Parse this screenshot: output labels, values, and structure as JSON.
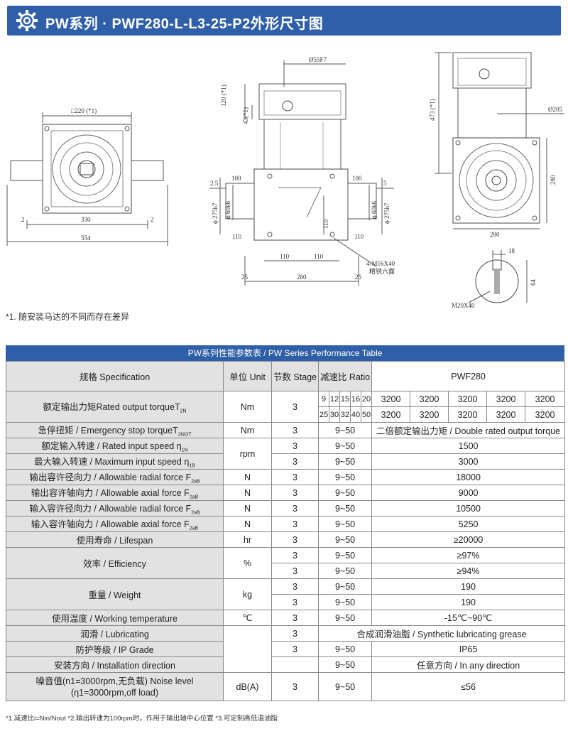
{
  "header": {
    "title": "PW系列 · PWF280-L-L3-25-P2外形尺寸图"
  },
  "drawings": {
    "left": {
      "width_label": "□220 (*1)",
      "inner_label": "330",
      "overall_label": "554",
      "edge_left": "2",
      "edge_right": "2"
    },
    "middle": {
      "bore_label": "Ø55F7",
      "height_label": "120 (*1)",
      "offset_label": "43(*1)",
      "shaft_label_left": "2.5",
      "shaft_len_left": "100",
      "shaft_len_right": "100",
      "shaft_edge_right": "5",
      "flange_dia_left": "ϕ 275h7",
      "flange_dia_right": "ϕ 275h7",
      "shaft_dia_left": "ϕ 60k6",
      "shaft_dia_right": "ϕ 60k6",
      "key_left": "110",
      "key_right": "110",
      "inner_v": "110",
      "inner_h_left": "110",
      "inner_h_right": "110",
      "body_width": "280",
      "edge_left": "25",
      "edge_right": "25",
      "hole_note_1": "4-M16X40",
      "hole_note_2": "精铣六面"
    },
    "right": {
      "height_label": "473 (*1)",
      "dia_label": "Ø205",
      "side_label": "280",
      "bottom_label": "280"
    },
    "detail": {
      "key_width": "18",
      "key_depth": "64",
      "thread": "M20X40"
    }
  },
  "note1": "*1. 随安装马达的不同而存在差异",
  "table": {
    "title": "PW系列性能参数表 / PW Series Performance Table",
    "headers": {
      "spec": "规格 Specification",
      "unit": "单位 Unit",
      "stage": "节数 Stage",
      "ratio": "减速比 Ratio",
      "model": "PWF280"
    },
    "rows": {
      "torque_label": "额定输出力矩Rated output torqueT",
      "torque_sub": "2N",
      "torque_unit": "Nm",
      "torque_stage": "3",
      "ratios_a": [
        "9",
        "12",
        "15",
        "16",
        "20"
      ],
      "ratios_b": [
        "25",
        "30",
        "32",
        "40",
        "50"
      ],
      "torque_vals_a": [
        "3200",
        "3200",
        "3200",
        "3200",
        "3200"
      ],
      "torque_vals_b": [
        "3200",
        "3200",
        "3200",
        "3200",
        "3200"
      ],
      "estop_label": "急停扭矩 / Emergency stop torqueT",
      "estop_sub": "2NOT",
      "estop_unit": "Nm",
      "estop_stage": "3",
      "estop_ratio": "9~50",
      "estop_val": "二倍额定输出力矩 / Double rated output torque",
      "rin_label": "额定输入转速 / Rated input speed",
      "rin_sym": "η",
      "rin_sub": "1N",
      "speed_unit": "rpm",
      "rin_stage": "3",
      "rin_ratio": "9~50",
      "rin_val": "1500",
      "min_label": "最大输入转速 / Maximum input speed",
      "min_sym": "η",
      "min_sub": "1B",
      "min_stage": "3",
      "min_ratio": "9~50",
      "min_val": "3000",
      "orf_label": "输出容许径向力 / Allowable radial force F",
      "orf_sub": "2aB",
      "orf_unit": "N",
      "orf_stage": "3",
      "orf_ratio": "9~50",
      "orf_val": "18000",
      "oaf_label": "输出容许轴向力 / Allowable axial force F",
      "oaf_sub": "2aB",
      "oaf_unit": "N",
      "oaf_stage": "3",
      "oaf_ratio": "9~50",
      "oaf_val": "9000",
      "irf_label": "输入容许径向力 / Allowable radial force F",
      "irf_sub": "2aB",
      "irf_unit": "N",
      "irf_stage": "3",
      "irf_ratio": "9~50",
      "irf_val": "10500",
      "iaf_label": "输入容许轴向力 / Allowable axial force F",
      "iaf_sub": "2aB",
      "iaf_unit": "N",
      "iaf_stage": "3",
      "iaf_ratio": "9~50",
      "iaf_val": "5250",
      "life_label": "使用寿命 / Lifespan",
      "life_unit": "hr",
      "life_stage": "3",
      "life_ratio": "9~50",
      "life_val": "≥20000",
      "eff_label": "效率 / Efficiency",
      "eff_unit": "%",
      "eff_stage_1": "3",
      "eff_ratio_1": "9~50",
      "eff_val_1": "≥97%",
      "eff_stage_2": "3",
      "eff_ratio_2": "9~50",
      "eff_val_2": "≥94%",
      "wt_label": "重量 / Weight",
      "wt_unit": "kg",
      "wt_stage_1": "3",
      "wt_ratio_1": "9~50",
      "wt_val_1": "190",
      "wt_stage_2": "3",
      "wt_ratio_2": "9~50",
      "wt_val_2": "190",
      "temp_label": "使用温度 / Working temperature",
      "temp_unit": "℃",
      "temp_stage": "3",
      "temp_ratio": "9~50",
      "temp_val": "-15℃~90℃",
      "lub_label": "润滑 / Lubricating",
      "lub_stage": "3",
      "lub_val": "合成润滑油脂 / Synthetic lubricating grease",
      "ip_label": "防护等级 / IP Grade",
      "ip_stage": "3",
      "ip_ratio": "9~50",
      "ip_val": "IP65",
      "dir_label": "安装方向 / Installation direction",
      "dir_ratio": "9~50",
      "dir_val": "任意方向 / In any direction",
      "noise_label_1": "噪音值(n1=3000rpm,无负载) Noise level",
      "noise_label_2": "(η1=3000rpm,off load)",
      "noise_unit": "dB(A)",
      "noise_stage": "3",
      "noise_ratio": "9~50",
      "noise_val": "≤56"
    }
  },
  "footnote": "*1.减速比i=Nin/Nout   *2.输出转速为100rpm时，作用于输出轴中心位置   *3.可定制高低温油脂"
}
